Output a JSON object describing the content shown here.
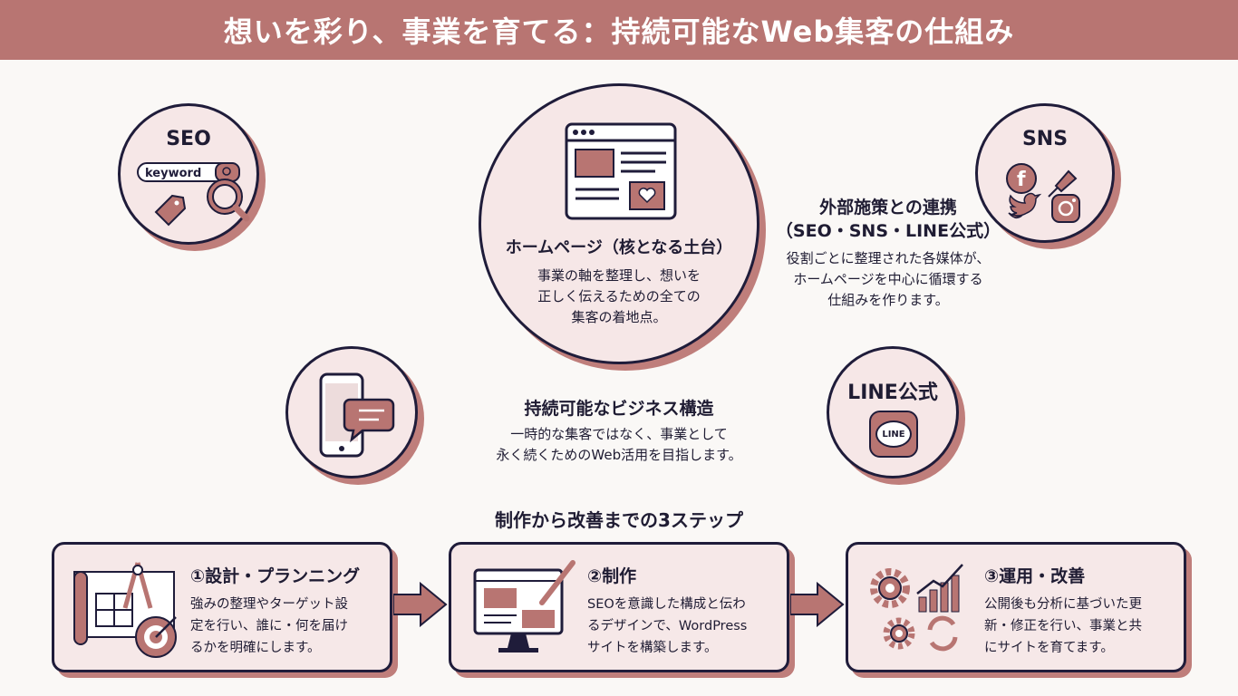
{
  "title": "想いを彩り、事業を育てる：持続可能なWeb集客の仕組み",
  "seo": {
    "label": "SEO",
    "search_text": "keyword"
  },
  "sns": {
    "label": "SNS"
  },
  "line": {
    "label": "LINE公式",
    "badge": "LINE"
  },
  "homepage": {
    "title": "ホームページ（核となる土台）",
    "lines": [
      "事業の軸を整理し、想いを",
      "正しく伝えるための全ての",
      "集客の着地点。"
    ]
  },
  "external": {
    "title_lines": [
      "外部施策との連携",
      "（SEO・SNS・LINE公式）"
    ],
    "lines": [
      "役割ごとに整理された各媒体が、",
      "ホームページを中心に循環する",
      "仕組みを作ります。"
    ]
  },
  "sustainable": {
    "title": "持続可能なビジネス構造",
    "lines": [
      "一時的な集客ではなく、事業として",
      "永く続くためのWeb活用を目指します。"
    ]
  },
  "steps_heading": "制作から改善までの3ステップ",
  "steps": [
    {
      "title": "①設計・プランニング",
      "lines": [
        "強みの整理やターゲット設",
        "定を行い、誰に・何を届け",
        "るかを明確にします。"
      ]
    },
    {
      "title": "②制作",
      "lines": [
        "SEOを意識した構成と伝わ",
        "るデザインで、WordPress",
        "サイトを構築します。"
      ]
    },
    {
      "title": "③運用・改善",
      "lines": [
        "公開後も分析に基づいた更",
        "新・修正を行い、事業と共",
        "にサイトを育てます。"
      ]
    }
  ],
  "colors": {
    "accent": "#b87572",
    "ink": "#1f1c3a",
    "fill": "#f6e7e7"
  }
}
